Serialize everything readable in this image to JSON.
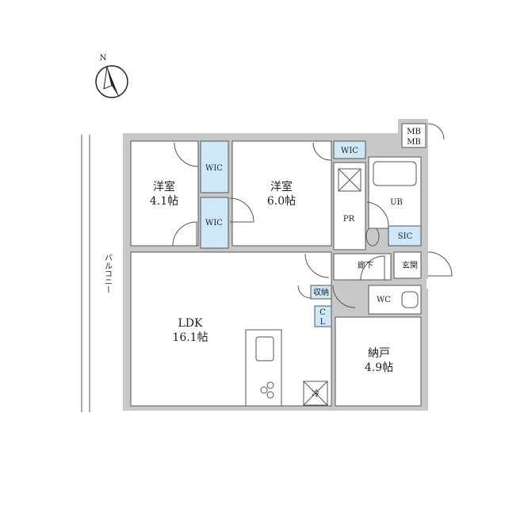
{
  "compass": {
    "north": "N"
  },
  "balcony": "バルコニー",
  "rooms": {
    "western1": {
      "name": "洋室",
      "size": "4.1帖"
    },
    "western2": {
      "name": "洋室",
      "size": "6.0帖"
    },
    "ldk": {
      "name": "LDK",
      "size": "16.1帖"
    },
    "storeroom": {
      "name": "納戸",
      "size": "4.9帖"
    },
    "wic1": "WIC",
    "wic2": "WIC",
    "wic3": "WIC",
    "pr": "PR",
    "ub": "UB",
    "sic": "SIC",
    "mb1": "MB",
    "mb2": "MB",
    "hallway": "廊下",
    "entrance": "玄関",
    "storage": "収納",
    "cl1": "C",
    "cl2": "L",
    "wc": "WC",
    "fridge": "冷"
  }
}
